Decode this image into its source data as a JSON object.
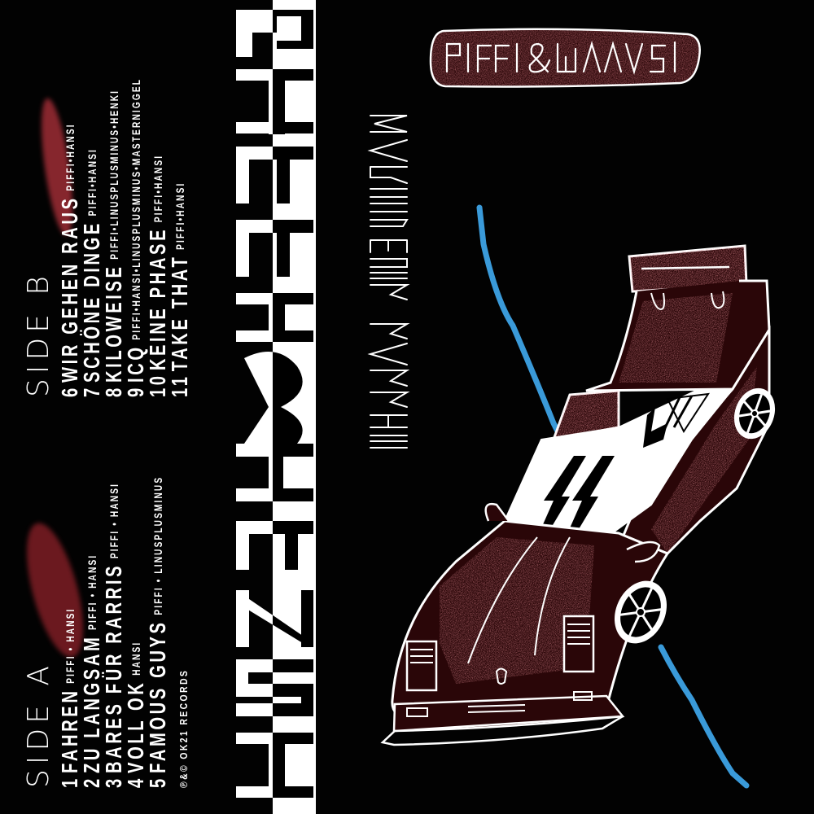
{
  "artwork": {
    "type": "cassette J-card",
    "colors": {
      "background": "#020202",
      "spine_band": "#ffffff",
      "text": "#ffffff",
      "chalk_red": "#e04a55",
      "dark_red": "#2a0608",
      "blue_line": "#3a9ad9"
    }
  },
  "band_name_spine": "PIFFI & HANSI",
  "band_name_logo": "PIFFI&HANSI",
  "album_title": "WARUM EUER WARUM",
  "side_a": {
    "title": "SIDE A",
    "tracks": [
      {
        "num": "1",
        "title": "FAHREN",
        "credit": "PIFFI • HANSI"
      },
      {
        "num": "2",
        "title": "ZU LANGSAM",
        "credit": "PIFFI • HANSI"
      },
      {
        "num": "3",
        "title": "BARES FÜR RARRIS",
        "credit": "PIFFI • HANSI"
      },
      {
        "num": "4",
        "title": "VOLL OK",
        "credit": "HANSI"
      },
      {
        "num": "5",
        "title": "FAMOUS GUYS",
        "credit": "PIFFI • LINUSPLUSMINUS"
      }
    ]
  },
  "side_b": {
    "title": "SIDE B",
    "tracks": [
      {
        "num": "6",
        "title": "WIR GEHEN RAUS",
        "credit": "PIFFI•HANSI"
      },
      {
        "num": "7",
        "title": "SCHÖNE DINGE",
        "credit": "PIFFI•HANSI"
      },
      {
        "num": "8",
        "title": "KILOWEISE",
        "credit": "PIFFI•LINUSPLUSMINUS•HENKI"
      },
      {
        "num": "9",
        "title": "ICQ",
        "credit": "PIFFI•HANSI•LINUSPLUSMINUS•MASTERNIGGEL"
      },
      {
        "num": "10",
        "title": "KEINE PHASE",
        "credit": "PIFFI•HANSI"
      },
      {
        "num": "11",
        "title": "TAKE THAT",
        "credit": "PIFFI•HANSI"
      }
    ]
  },
  "copyright": "℗&© OK21 RECORDS",
  "illustration": {
    "subject": "hand-drawn sports car seen from above, red chalk shading, white outlines",
    "accent": "blue wavy line"
  }
}
